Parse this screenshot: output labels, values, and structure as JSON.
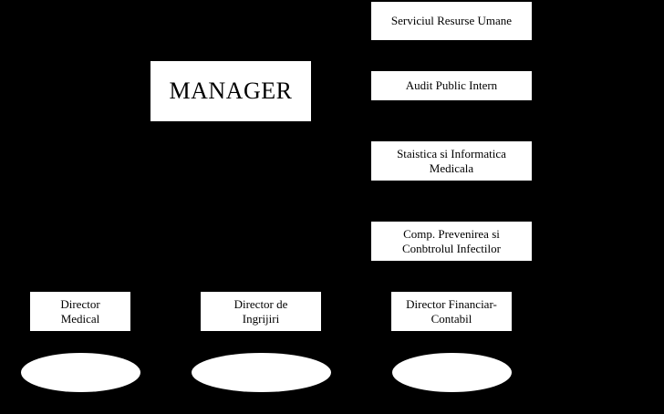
{
  "diagram": {
    "manager": "MANAGER",
    "services": [
      "Serviciul Resurse Umane",
      "Audit Public Intern",
      "Staistica si Informatica\nMedicala",
      "Comp. Prevenirea si\nConbtrolul Infectilor"
    ],
    "directors": [
      "Director\nMedical",
      "Director de\nIngrijiri",
      "Director Financiar-\nContabil"
    ]
  }
}
